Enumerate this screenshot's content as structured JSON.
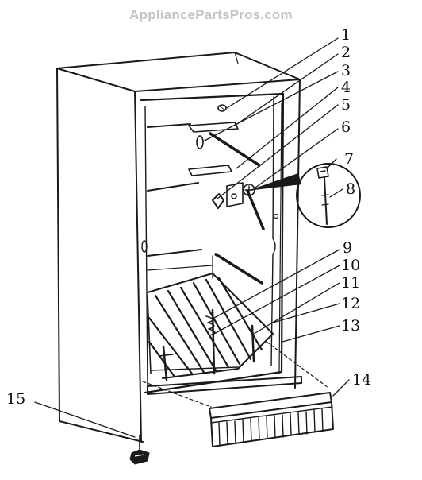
{
  "watermark": "AppliancePartsPros.com",
  "callouts": [
    "1",
    "2",
    "3",
    "4",
    "5",
    "6",
    "7",
    "8",
    "9",
    "10",
    "11",
    "12",
    "13",
    "14",
    "15"
  ],
  "colors": {
    "ink": "#1a1a1a",
    "paper": "#ffffff",
    "watermark": "#c4c4c4"
  }
}
